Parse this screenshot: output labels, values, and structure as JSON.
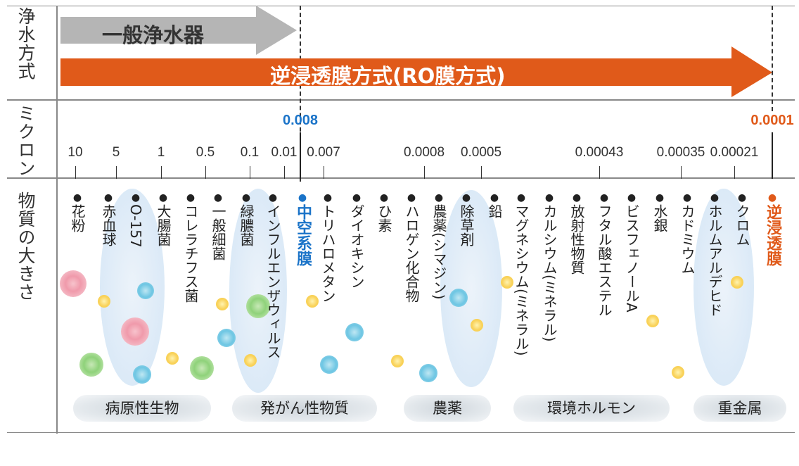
{
  "row_labels": {
    "method": "浄水方式",
    "micron": "ミクロン",
    "substance": "物質の大きさ"
  },
  "arrows": {
    "general": "一般浄水器",
    "ro": "逆浸透膜方式(RO膜方式)"
  },
  "scale": {
    "ticks": [
      "10",
      "5",
      "1",
      "0.5",
      "0.1",
      "0.01",
      "0.007",
      "0.0008",
      "0.0005",
      "0.00043",
      "0.00035",
      "0.00021"
    ],
    "highlight_blue": "0.008",
    "highlight_orange": "0.0001"
  },
  "substances": [
    {
      "name": "花粉",
      "color": "black"
    },
    {
      "name": "赤血球",
      "color": "black"
    },
    {
      "name": "O-157",
      "color": "black"
    },
    {
      "name": "大腸菌",
      "color": "black"
    },
    {
      "name": "コレラチフス菌",
      "color": "black"
    },
    {
      "name": "一般細菌",
      "color": "black"
    },
    {
      "name": "緑膿菌",
      "color": "black"
    },
    {
      "name": "インフルエンザウィルス",
      "color": "black"
    },
    {
      "name": "中空系膜",
      "color": "blue"
    },
    {
      "name": "トリハロメタン",
      "color": "black"
    },
    {
      "name": "ダイオキシン",
      "color": "black"
    },
    {
      "name": "ひ素",
      "color": "black"
    },
    {
      "name": "ハロゲン化合物",
      "color": "black"
    },
    {
      "name": "農薬(シマジン)",
      "color": "black"
    },
    {
      "name": "除草剤",
      "color": "black"
    },
    {
      "name": "鉛",
      "color": "black"
    },
    {
      "name": "マグネシウム(ミネラル)",
      "color": "black"
    },
    {
      "name": "カルシウム(ミネラル)",
      "color": "black"
    },
    {
      "name": "放射性物質",
      "color": "black"
    },
    {
      "name": "フタル酸エステル",
      "color": "black"
    },
    {
      "name": "ビスフェノールA",
      "color": "black"
    },
    {
      "name": "水銀",
      "color": "black"
    },
    {
      "name": "カドミウム",
      "color": "black"
    },
    {
      "name": "ホルムアルデヒド",
      "color": "black"
    },
    {
      "name": "クロム",
      "color": "black"
    },
    {
      "name": "逆浸透膜",
      "color": "orange"
    }
  ],
  "categories": [
    "病原性生物",
    "発がん性物質",
    "農薬",
    "環境ホルモン",
    "重金属"
  ],
  "colors": {
    "blue": "#1a73c8",
    "orange": "#e05a1a",
    "gray_arrow": "#b5b5b5",
    "text": "#222222"
  }
}
